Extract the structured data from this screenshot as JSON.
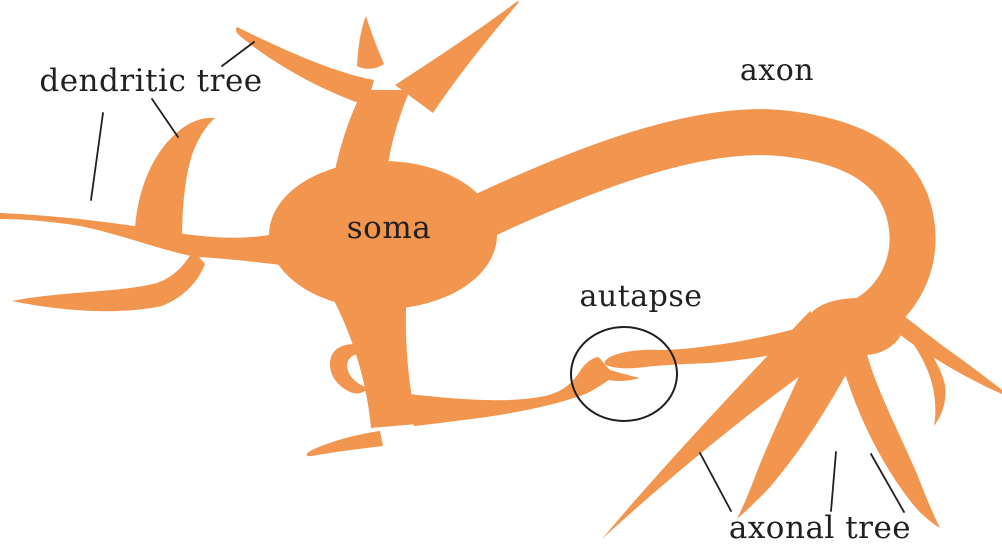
{
  "diagram": {
    "type": "neuron-anatomy-diagram",
    "labels": {
      "dendritic_tree": "dendritic tree",
      "axon": "axon",
      "soma": "soma",
      "autapse": "autapse",
      "axonal_tree": "axonal tree"
    },
    "colors": {
      "neuron_fill": "#F2954E",
      "annotation": "#231F20",
      "background": "#FFFFFF"
    }
  }
}
